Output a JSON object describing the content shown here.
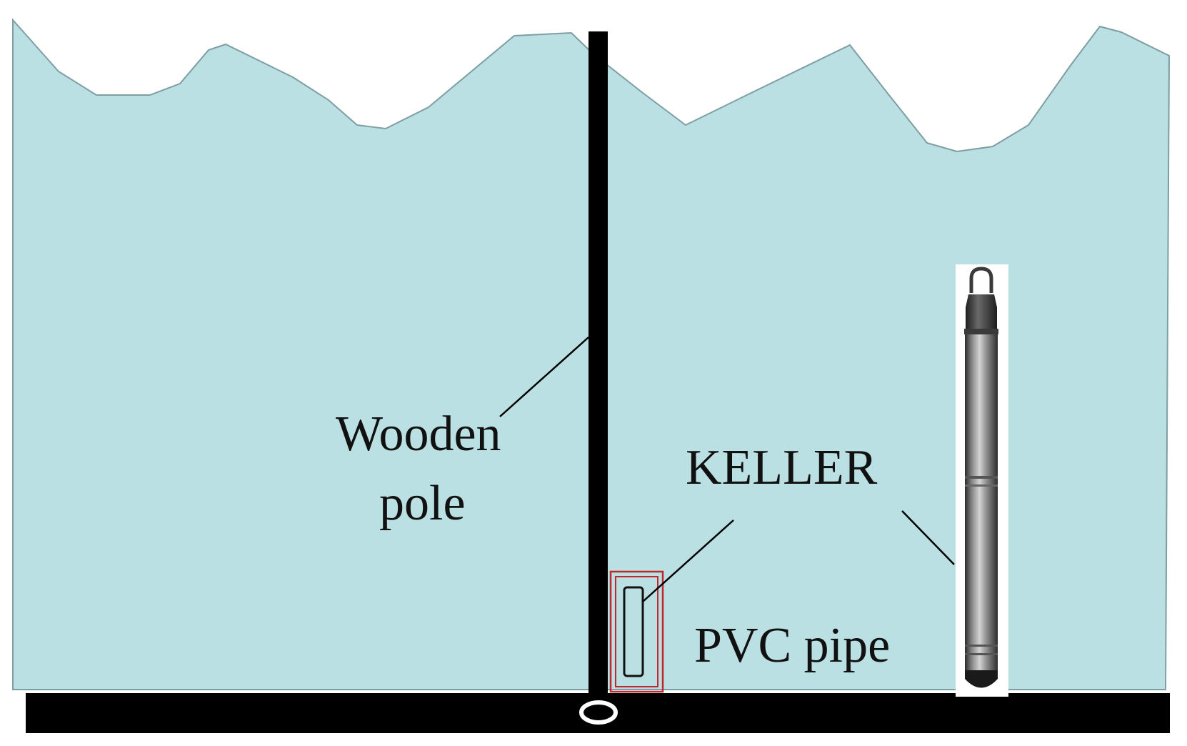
{
  "labels": {
    "wooden_pole_line1": "Wooden",
    "wooden_pole_line2": "pole",
    "keller": "KELLER",
    "pvc_pipe": "PVC pipe"
  },
  "colors": {
    "water": "#bbe0e3",
    "water_outline": "#7d9ea2",
    "pole": "#000000",
    "riverbed": "#000000",
    "pvc_outline": "#c0282d",
    "sensor_metal": "#6f6f6f",
    "leader_line": "#000000"
  },
  "icons": {
    "sensor_photo": "keller-pressure-sensor-icon",
    "bed_anchor": "ring-anchor-icon"
  }
}
